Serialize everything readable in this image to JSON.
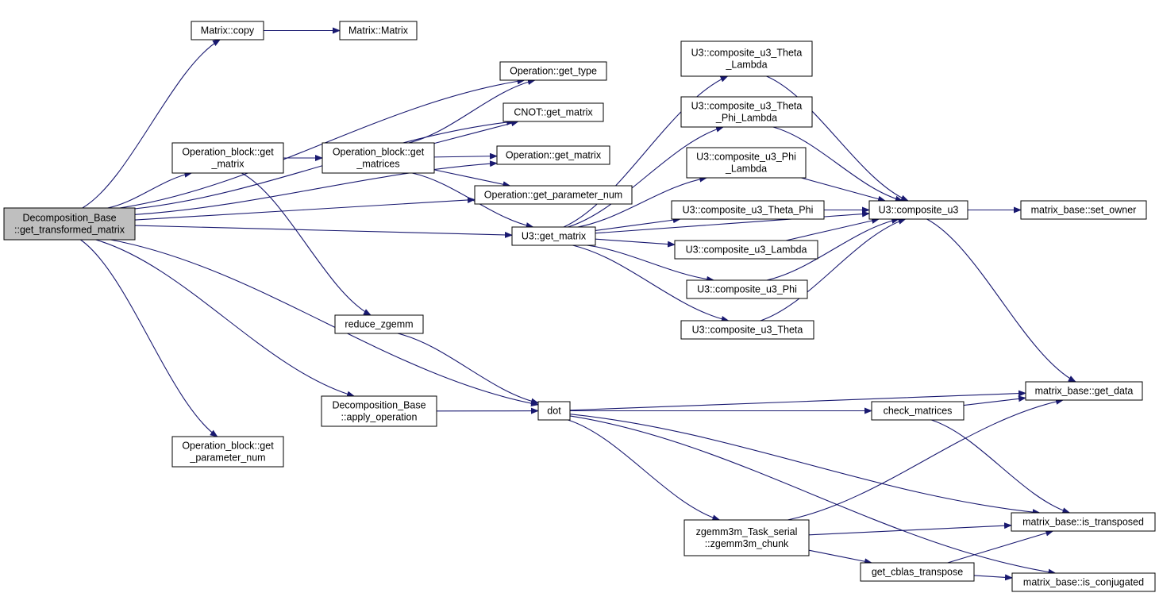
{
  "colors": {
    "edge": "#191970",
    "node_fill": "#ffffff",
    "node_border": "#000000",
    "root_fill": "#bfbfbf"
  },
  "nodes": [
    {
      "id": "root",
      "lines": [
        "Decomposition_Base",
        "::get_transformed_matrix"
      ],
      "root": true
    },
    {
      "id": "mcopy",
      "lines": [
        "Matrix::copy"
      ]
    },
    {
      "id": "mmatrix",
      "lines": [
        "Matrix::Matrix"
      ]
    },
    {
      "id": "optype",
      "lines": [
        "Operation::get_type"
      ]
    },
    {
      "id": "cnot",
      "lines": [
        "CNOT::get_matrix"
      ]
    },
    {
      "id": "obgm",
      "lines": [
        "Operation_block::get",
        "_matrix"
      ]
    },
    {
      "id": "obgms",
      "lines": [
        "Operation_block::get",
        "_matrices"
      ]
    },
    {
      "id": "opgm",
      "lines": [
        "Operation::get_matrix"
      ]
    },
    {
      "id": "oppn",
      "lines": [
        "Operation::get_parameter_num"
      ]
    },
    {
      "id": "u3gm",
      "lines": [
        "U3::get_matrix"
      ]
    },
    {
      "id": "rz",
      "lines": [
        "reduce_zgemm"
      ]
    },
    {
      "id": "dbao",
      "lines": [
        "Decomposition_Base",
        "::apply_operation"
      ]
    },
    {
      "id": "obpn",
      "lines": [
        "Operation_block::get",
        "_parameter_num"
      ]
    },
    {
      "id": "dot",
      "lines": [
        "dot"
      ]
    },
    {
      "id": "cu3tl",
      "lines": [
        "U3::composite_u3_Theta",
        "_Lambda"
      ]
    },
    {
      "id": "cu3tpl",
      "lines": [
        "U3::composite_u3_Theta",
        "_Phi_Lambda"
      ]
    },
    {
      "id": "cu3pl",
      "lines": [
        "U3::composite_u3_Phi",
        "_Lambda"
      ]
    },
    {
      "id": "cu3tp",
      "lines": [
        "U3::composite_u3_Theta_Phi"
      ]
    },
    {
      "id": "cu3l",
      "lines": [
        "U3::composite_u3_Lambda"
      ]
    },
    {
      "id": "cu3p",
      "lines": [
        "U3::composite_u3_Phi"
      ]
    },
    {
      "id": "cu3t",
      "lines": [
        "U3::composite_u3_Theta"
      ]
    },
    {
      "id": "cu3",
      "lines": [
        "U3::composite_u3"
      ]
    },
    {
      "id": "mbso",
      "lines": [
        "matrix_base::set_owner"
      ]
    },
    {
      "id": "mbgd",
      "lines": [
        "matrix_base::get_data"
      ]
    },
    {
      "id": "cm",
      "lines": [
        "check_matrices"
      ]
    },
    {
      "id": "zg",
      "lines": [
        "zgemm3m_Task_serial",
        "::zgemm3m_chunk"
      ]
    },
    {
      "id": "mbit",
      "lines": [
        "matrix_base::is_transposed"
      ]
    },
    {
      "id": "gct",
      "lines": [
        "get_cblas_transpose"
      ]
    },
    {
      "id": "mbic",
      "lines": [
        "matrix_base::is_conjugated"
      ]
    }
  ],
  "edges": [
    [
      "root",
      "mcopy"
    ],
    [
      "mcopy",
      "mmatrix"
    ],
    [
      "root",
      "optype"
    ],
    [
      "root",
      "cnot"
    ],
    [
      "root",
      "obgm"
    ],
    [
      "root",
      "opgm"
    ],
    [
      "root",
      "oppn"
    ],
    [
      "root",
      "u3gm"
    ],
    [
      "root",
      "dot"
    ],
    [
      "root",
      "dbao"
    ],
    [
      "root",
      "obpn"
    ],
    [
      "obgm",
      "obgms"
    ],
    [
      "obgm",
      "rz"
    ],
    [
      "obgms",
      "optype"
    ],
    [
      "obgms",
      "cnot"
    ],
    [
      "obgms",
      "opgm"
    ],
    [
      "obgms",
      "oppn"
    ],
    [
      "obgms",
      "u3gm"
    ],
    [
      "u3gm",
      "cu3tl"
    ],
    [
      "u3gm",
      "cu3tpl"
    ],
    [
      "u3gm",
      "cu3pl"
    ],
    [
      "u3gm",
      "cu3tp"
    ],
    [
      "u3gm",
      "cu3l"
    ],
    [
      "u3gm",
      "cu3p"
    ],
    [
      "u3gm",
      "cu3t"
    ],
    [
      "u3gm",
      "cu3"
    ],
    [
      "cu3tl",
      "cu3"
    ],
    [
      "cu3tpl",
      "cu3"
    ],
    [
      "cu3pl",
      "cu3"
    ],
    [
      "cu3tp",
      "cu3"
    ],
    [
      "cu3l",
      "cu3"
    ],
    [
      "cu3p",
      "cu3"
    ],
    [
      "cu3t",
      "cu3"
    ],
    [
      "cu3",
      "mbso"
    ],
    [
      "cu3",
      "mbgd"
    ],
    [
      "rz",
      "dot"
    ],
    [
      "dbao",
      "dot"
    ],
    [
      "dot",
      "mbgd"
    ],
    [
      "dot",
      "cm"
    ],
    [
      "dot",
      "mbit"
    ],
    [
      "dot",
      "zg"
    ],
    [
      "dot",
      "mbic"
    ],
    [
      "cm",
      "mbgd"
    ],
    [
      "cm",
      "mbit"
    ],
    [
      "zg",
      "mbgd"
    ],
    [
      "zg",
      "mbit"
    ],
    [
      "zg",
      "gct"
    ],
    [
      "gct",
      "mbit"
    ],
    [
      "gct",
      "mbic"
    ]
  ]
}
